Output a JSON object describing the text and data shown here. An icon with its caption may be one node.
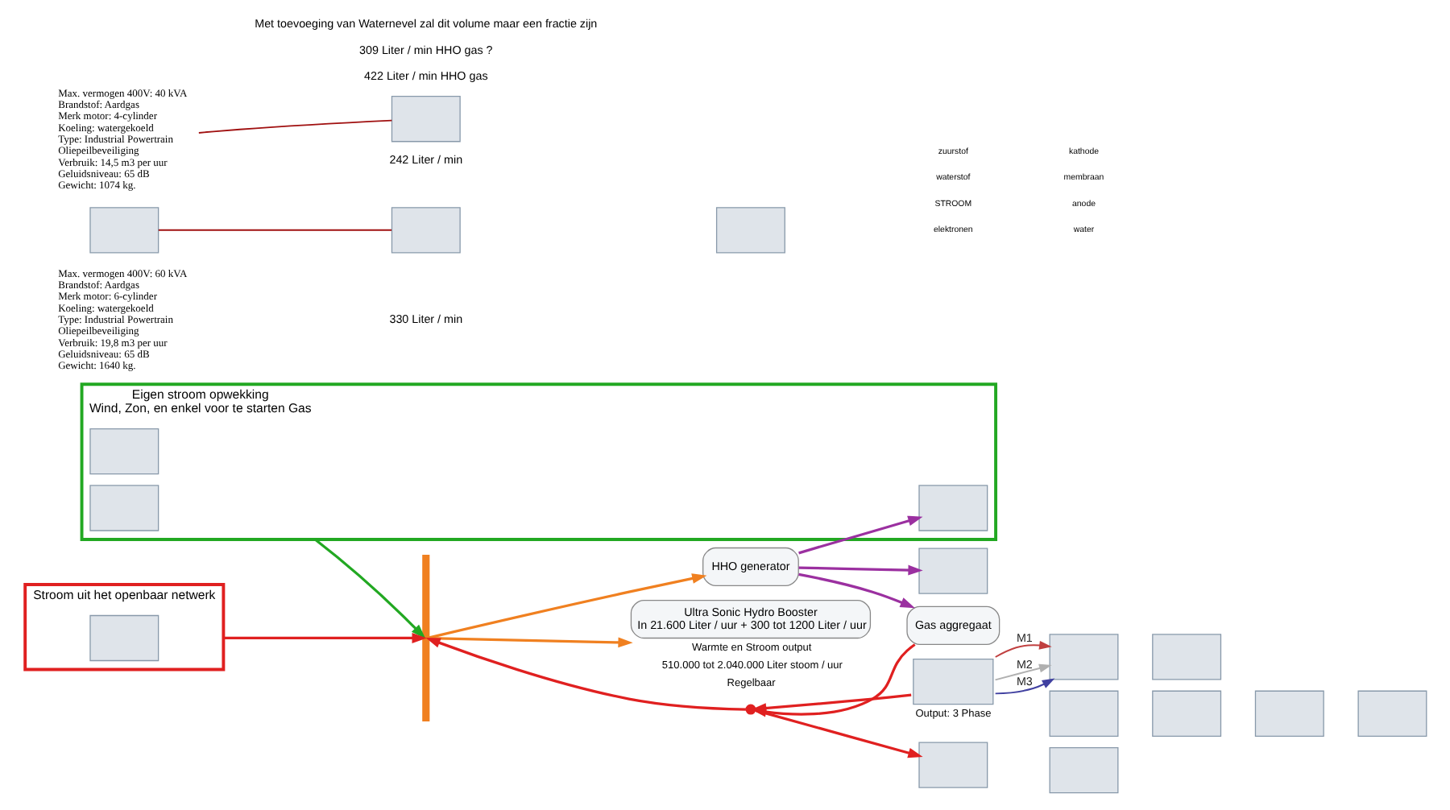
{
  "diagram": {
    "nodes": [
      {
        "text": [
          "Eigen stroom opwekking",
          "Wind, Zon, en enkel voor te starten Gas"
        ]
      },
      {
        "text": [],
        "shape": "box",
        "in": 0
      },
      {
        "text": [],
        "shape": "box",
        "in": 0
      },
      {
        "text": [],
        "shape": "box",
        "in": 0
      },
      {
        "text": [
          "Stroom uit het openbaar netwerk"
        ]
      },
      {
        "text": [],
        "shape": "box",
        "in": 4
      },
      {
        "text": [],
        "shape": "bar"
      },
      {
        "text": [
          "HHO generator"
        ]
      },
      {
        "text": [],
        "shape": "box"
      },
      {
        "text": [
          "Gas aggregaat"
        ]
      },
      {
        "text": [
          "Max. vermogen 400V: 60 kVA",
          "Brandstof: Aardgas",
          "Merk motor: 6-cylinder",
          "Koeling: watergekoeld",
          "Type: Industrial Powertrain",
          "Oliepeilbeveiliging",
          "Verbruik: 19,8 m3 per uur",
          "Geluidsniveau: 65 dB",
          "Gewicht: 1640 kg."
        ]
      },
      {
        "text": [],
        "shape": "box"
      },
      {
        "text": [],
        "shape": "box"
      },
      {
        "text": [
          "Max. vermogen 400V: 40 kVA",
          "Brandstof: Aardgas",
          "Merk motor: 4-cylinder",
          "Koeling: watergekoeld",
          "Type: Industrial Powertrain",
          "Oliepeilbeveiliging",
          "Verbruik: 14,5 m3 per uur",
          "Geluidsniveau: 65 dB",
          "Gewicht: 1074 kg."
        ]
      },
      {
        "text": [],
        "shape": "box"
      },
      {
        "text": [],
        "shape": "box"
      },
      {
        "text": [],
        "shape": "box"
      },
      {
        "text": [],
        "shape": "box"
      },
      {
        "text": [
          "Ultra Sonic Hydro Booster",
          "In 21.600 Liter / uur + 300 tot 1200 Liter / uur"
        ],
        "beside": [
          "Warmte en Stroom output",
          "510.000 tot 2.040.000 Liter stoom / uur",
          "Regelbaar"
        ]
      },
      {
        "text": [],
        "shape": "box",
        "beside": [
          "Output: 3 Phase"
        ]
      },
      {
        "text": [],
        "shape": "box"
      },
      {
        "text": [],
        "shape": "box"
      },
      {
        "text": [],
        "shape": "box"
      },
      {
        "text": [],
        "shape": "box"
      },
      {
        "text": [],
        "shape": "box"
      },
      {
        "text": [],
        "shape": "box"
      },
      {
        "text": [],
        "shape": "circle"
      }
    ],
    "edges": [
      {
        "from": 0,
        "to": 6,
        "arrow": "to",
        "color": "#22a822"
      },
      {
        "from": 4,
        "to": 6,
        "arrow": "to",
        "color": "#e02020"
      },
      {
        "from": 6,
        "to": 7,
        "arrow": "to",
        "color": "#f08020"
      },
      {
        "from": 6,
        "to": 18,
        "arrow": "to",
        "color": "#f08020"
      },
      {
        "from": 7,
        "to": 8,
        "arrow": "to",
        "color": "#9b30a0"
      },
      {
        "from": 7,
        "to": 9,
        "arrow": "to",
        "color": "#9b30a0"
      },
      {
        "from": 7,
        "to": 2,
        "arrow": "to",
        "color": "#9b30a0"
      },
      {
        "from": 9,
        "to": 26,
        "arrow": "to",
        "color": "#e02020"
      },
      {
        "from": 19,
        "to": 26,
        "arrow": "to",
        "color": "#e02020"
      },
      {
        "from": 26,
        "to": 6,
        "arrow": "to",
        "color": "#e02020"
      },
      {
        "from": 26,
        "to": 16,
        "arrow": "to",
        "color": "#e02020"
      },
      {
        "from": 19,
        "to": 20,
        "arrow": "to",
        "label": "M1",
        "color": "#c04040"
      },
      {
        "from": 19,
        "to": 20,
        "arrow": "to",
        "label": "M2",
        "color": "#b0b0b0"
      },
      {
        "from": 19,
        "to": 20,
        "arrow": "to",
        "label": "M3",
        "color": "#4040a0"
      },
      {
        "from": 11,
        "to": 12,
        "arrow": "none",
        "color": "#a01010"
      },
      {
        "from": 13,
        "to": 15,
        "arrow": "none",
        "color": "#a01010"
      }
    ],
    "labels": [
      "elektronen",
      "STROOM",
      "waterstof",
      "zuurstof",
      "water",
      "anode",
      "membraan",
      "kathode",
      "330 Liter / min",
      "242 Liter / min",
      "422 Liter / min HHO gas",
      "309 Liter / min HHO gas ?",
      "Met toevoeging van Waternevel zal dit volume maar een fractie zijn"
    ]
  }
}
